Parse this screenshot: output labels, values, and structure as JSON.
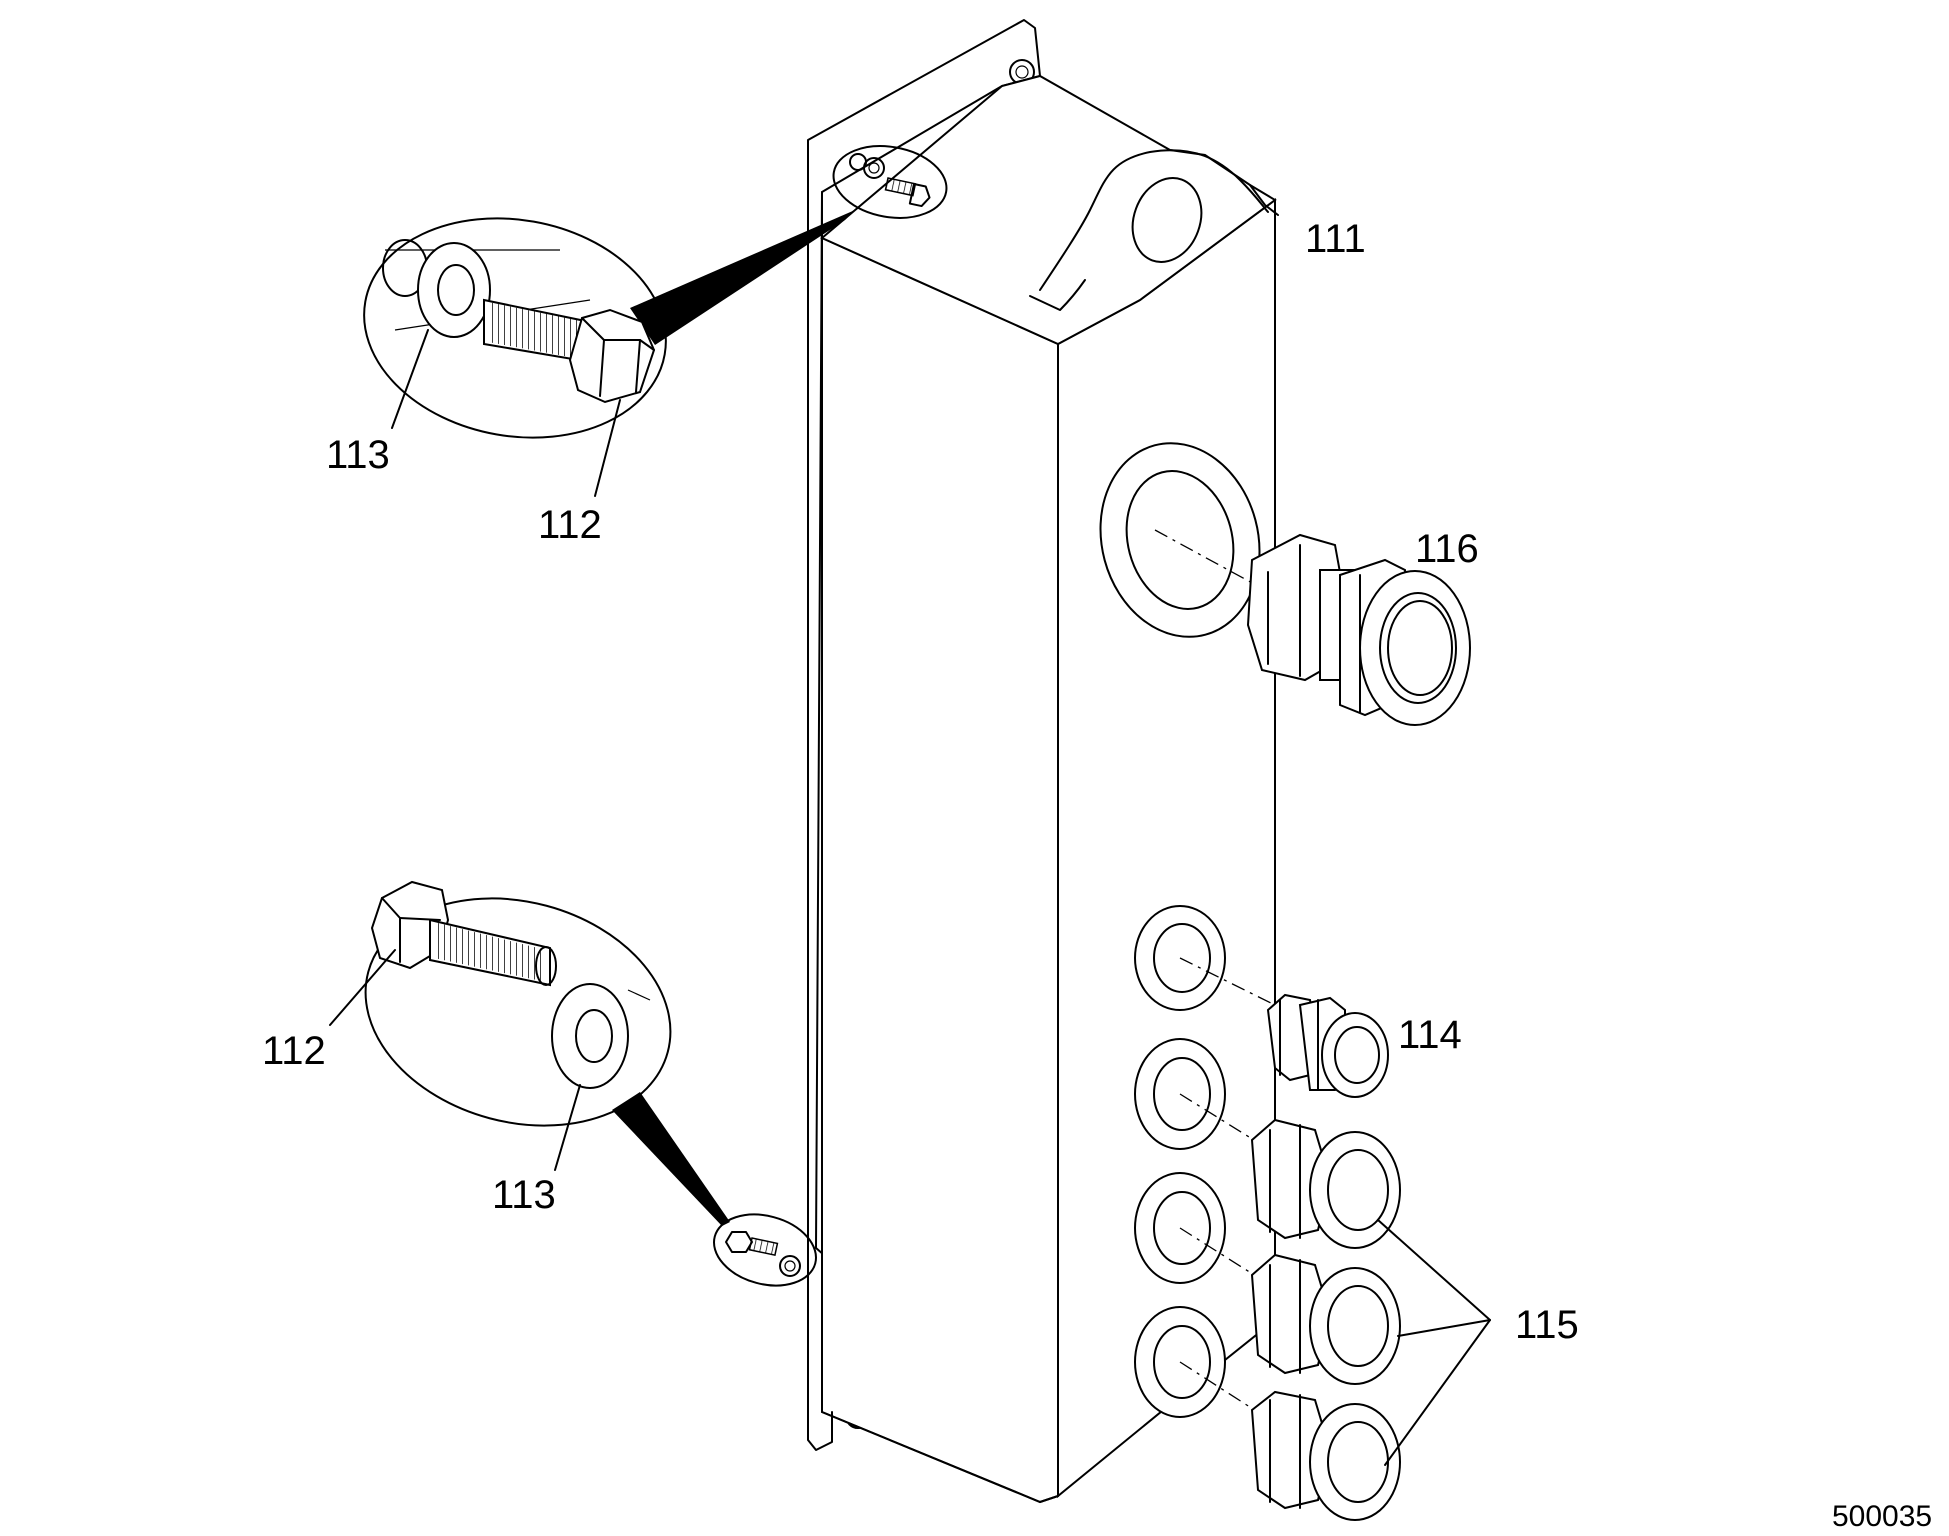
{
  "callouts": {
    "housing": "111",
    "bolt_top": "112",
    "washer_top": "113",
    "bolt_bottom": "112",
    "washer_bottom": "113",
    "gland_small": "114",
    "gland_group": "115",
    "gland_large": "116"
  },
  "drawing_number": "500035"
}
